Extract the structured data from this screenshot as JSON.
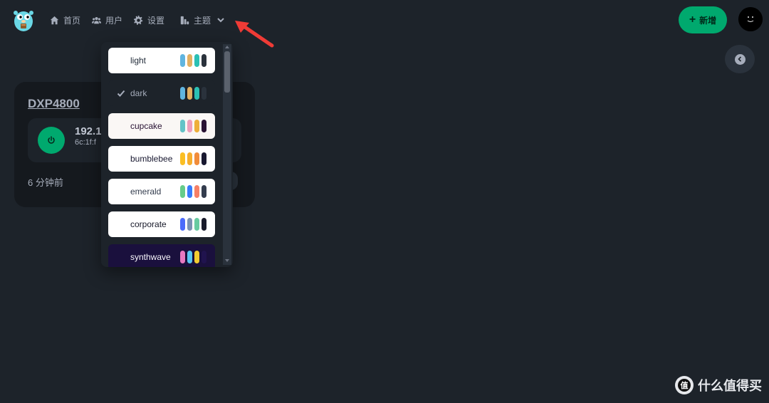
{
  "navbar": {
    "items": [
      {
        "label": "首页",
        "icon": "home-icon",
        "active": true
      },
      {
        "label": "用户",
        "icon": "users-icon",
        "active": false
      },
      {
        "label": "设置",
        "icon": "gear-icon",
        "active": false
      },
      {
        "label": "主题",
        "icon": "palette-icon",
        "active": false
      }
    ],
    "new_button_label": "新增"
  },
  "device_card": {
    "title": "DXP4800",
    "ip": "192.1",
    "mac": "6c:1f:f",
    "last_seen": "6 分钟前"
  },
  "theme_menu": {
    "selected": "dark",
    "themes": [
      {
        "name": "light",
        "bg": "#ffffff",
        "text": "#1f2937",
        "swatches": [
          "#60b5e0",
          "#e2b063",
          "#2bc0b4",
          "#2a323c"
        ]
      },
      {
        "name": "dark",
        "bg": "#1d232a",
        "text": "#a6adbb",
        "swatches": [
          "#60b5e0",
          "#e2b063",
          "#2bc0b4",
          "#2a323c"
        ]
      },
      {
        "name": "cupcake",
        "bg": "#faf7f5",
        "text": "#291334",
        "swatches": [
          "#65c3c8",
          "#ef9fbc",
          "#eeaf3a",
          "#291334"
        ]
      },
      {
        "name": "bumblebee",
        "bg": "#ffffff",
        "text": "#181830",
        "swatches": [
          "#fbbf24",
          "#f6ae2d",
          "#f18c3a",
          "#181830"
        ]
      },
      {
        "name": "emerald",
        "bg": "#ffffff",
        "text": "#333c4d",
        "swatches": [
          "#66cc8a",
          "#377cfb",
          "#f68067",
          "#333c4d"
        ]
      },
      {
        "name": "corporate",
        "bg": "#ffffff",
        "text": "#181a2a",
        "swatches": [
          "#4b6bfb",
          "#7b92b2",
          "#67cba0",
          "#181a2a"
        ]
      },
      {
        "name": "synthwave",
        "bg": "#1a103d",
        "text": "#f9f7fd",
        "swatches": [
          "#e779c1",
          "#58c7f3",
          "#f3cc30",
          "#20134e"
        ]
      }
    ]
  },
  "watermark": {
    "text": "什么值得买",
    "logo_text": "值"
  },
  "colors": {
    "background": "#1d232a",
    "accent": "#00a96e",
    "annotation_arrow": "#ef3b36"
  }
}
